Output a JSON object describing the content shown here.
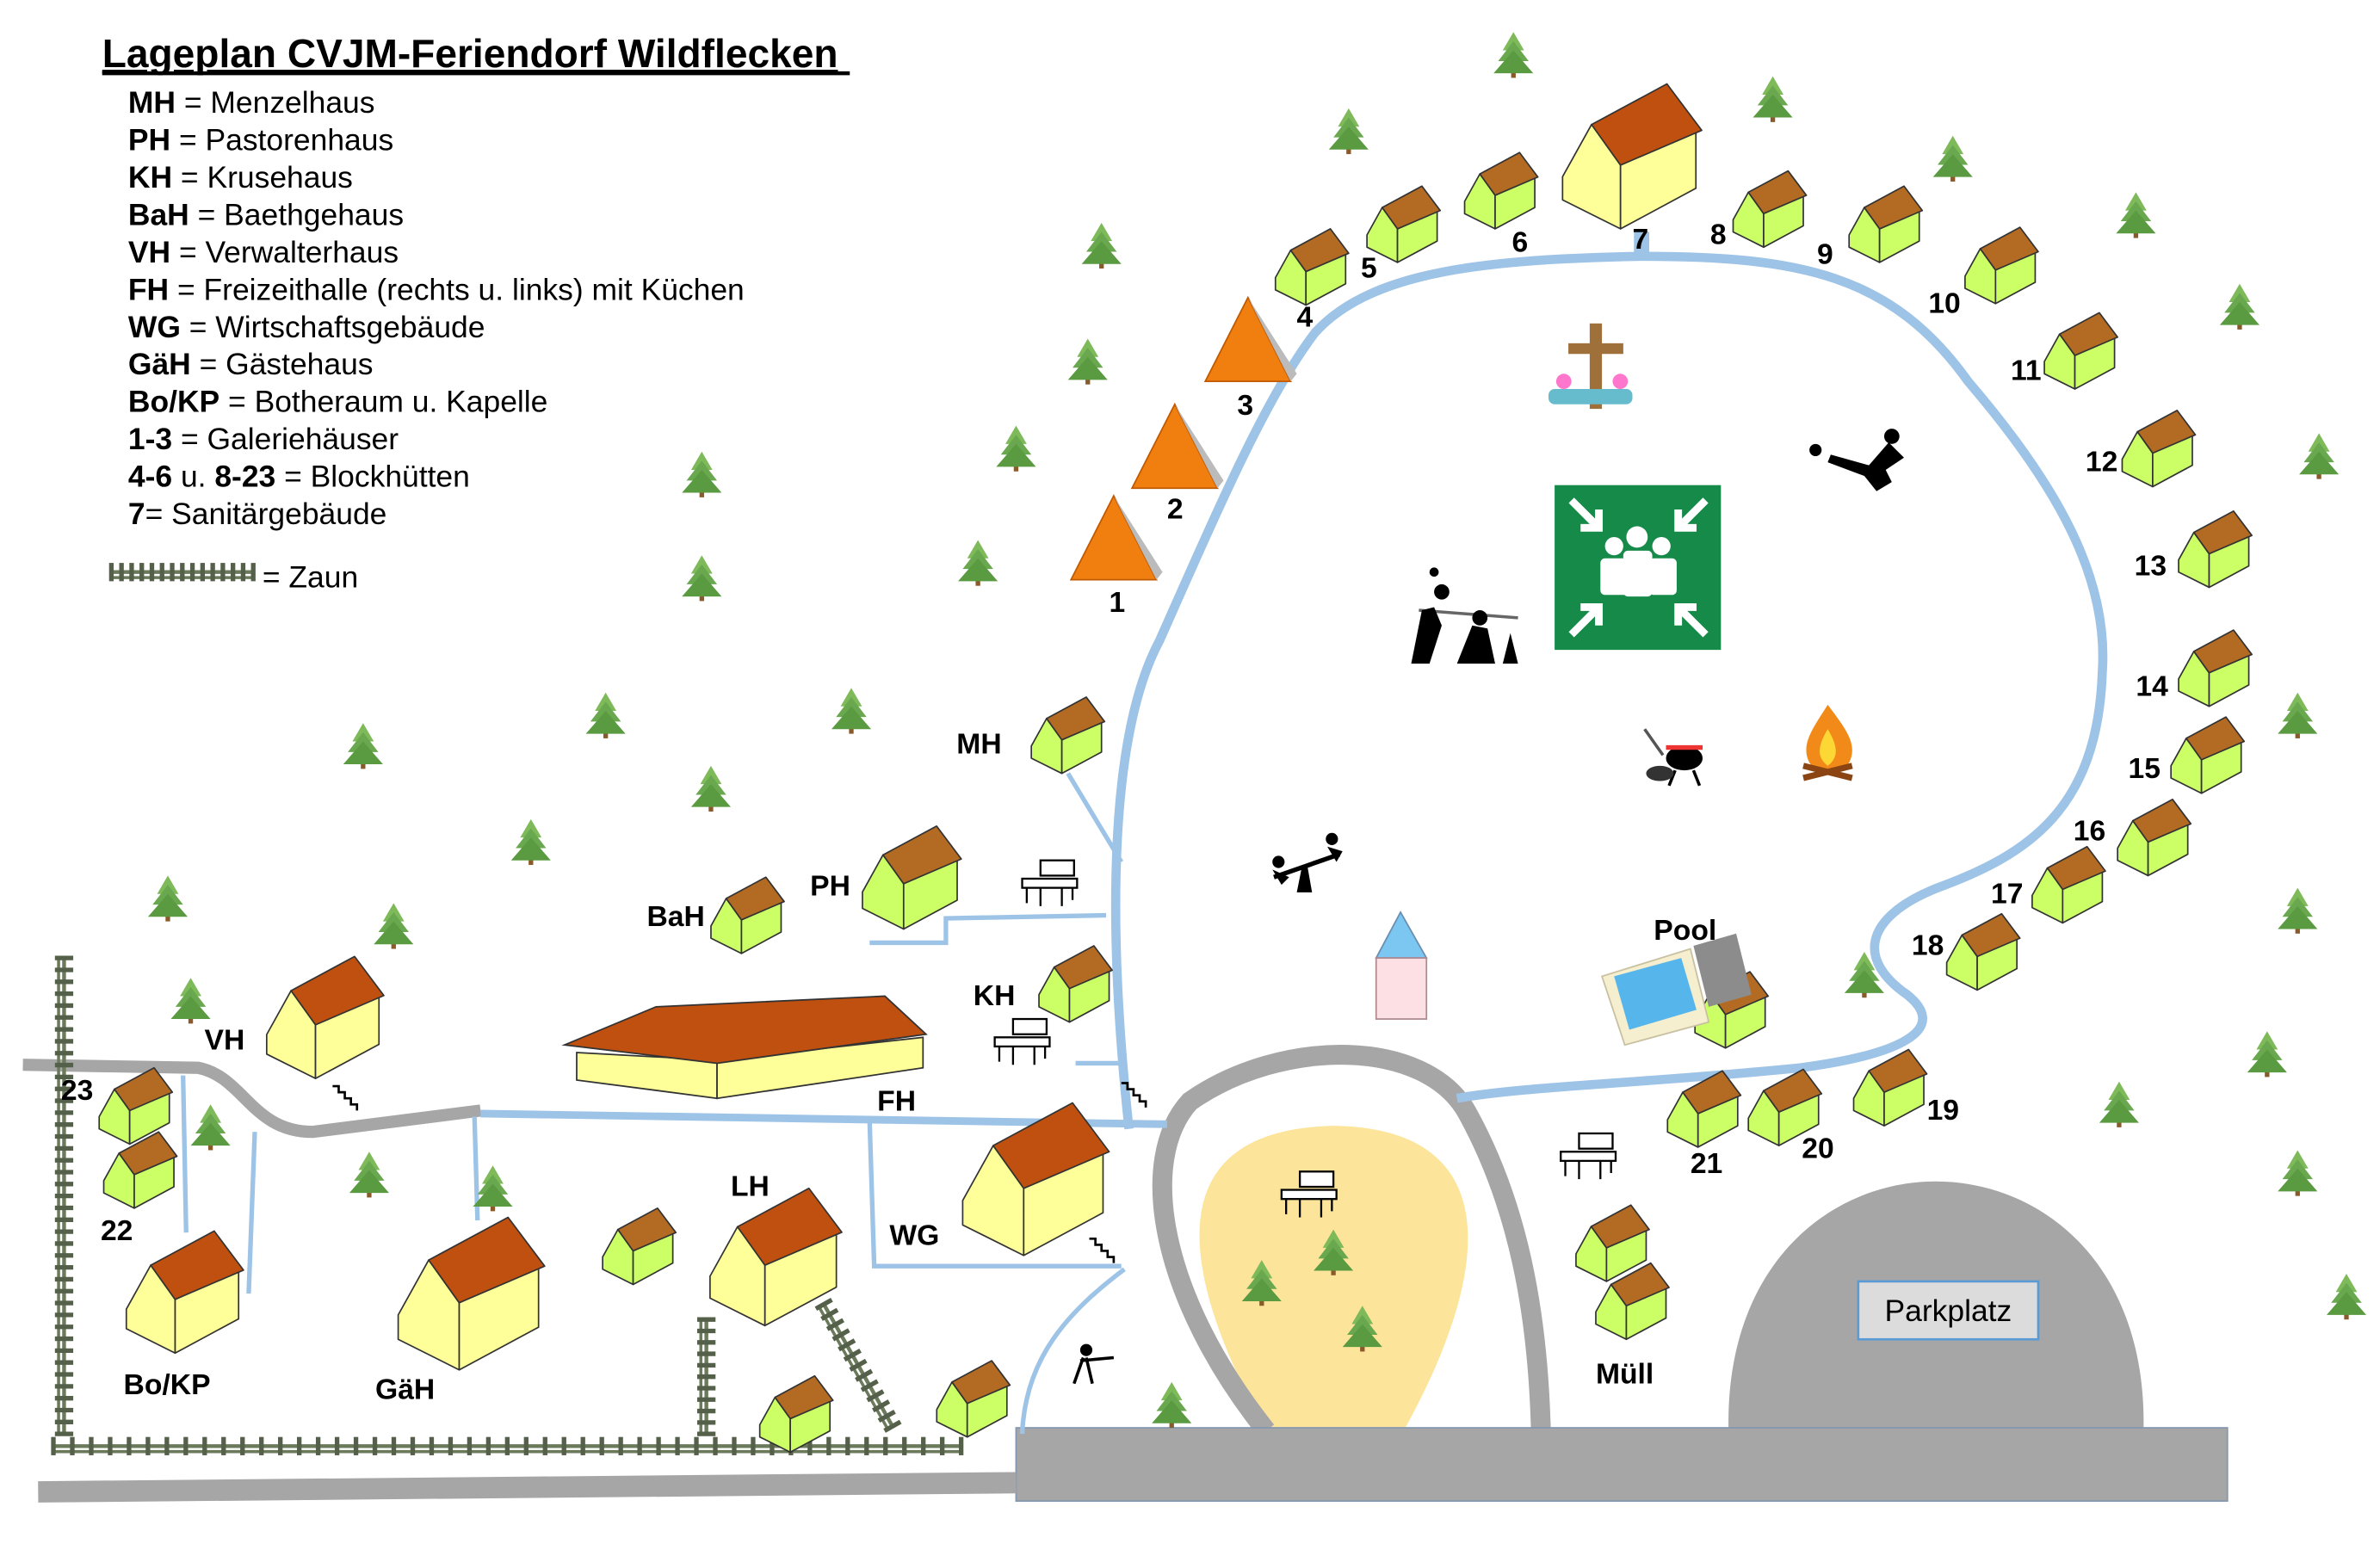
{
  "title": "Lageplan CVJM-Feriendorf Wildflecken",
  "legend": [
    {
      "abbr": "MH",
      "text": " = Menzelhaus"
    },
    {
      "abbr": "PH",
      "text": " = Pastorenhaus"
    },
    {
      "abbr": "KH",
      "text": " = Krusehaus"
    },
    {
      "abbr": "BaH",
      "text": " = Baethgehaus"
    },
    {
      "abbr": "VH",
      "text": " = Verwalterhaus"
    },
    {
      "abbr": "FH",
      "text": " = Freizeithalle (rechts u. links) mit Küchen"
    },
    {
      "abbr": "WG",
      "text": " = Wirtschaftsgebäude"
    },
    {
      "abbr": "GäH",
      "text": " = Gästehaus"
    },
    {
      "abbr": "Bo/KP",
      "text": " = Botheraum u. Kapelle"
    },
    {
      "abbr": "1-3",
      "text": " = Galeriehäuser"
    },
    {
      "abbr": "4-6",
      "text": " u. ",
      "abbr2": "8-23",
      "text2": " = Blockhütten"
    },
    {
      "abbr": "7",
      "text": "= Sanitärgebäude"
    }
  ],
  "fence_legend": "= Zaun",
  "building_labels": {
    "mh": "MH",
    "ph": "PH",
    "bah": "BaH",
    "kh": "KH",
    "vh": "VH",
    "fh": "FH",
    "wg": "WG",
    "lh": "LH",
    "bokp": "Bo/KP",
    "gah": "GäH",
    "pool": "Pool",
    "muell": "Müll"
  },
  "parking_label": "Parkplatz",
  "cabin_numbers": [
    "1",
    "2",
    "3",
    "4",
    "5",
    "6",
    "7",
    "8",
    "9",
    "10",
    "11",
    "12",
    "13",
    "14",
    "15",
    "16",
    "17",
    "18",
    "19",
    "20",
    "21",
    "22",
    "23"
  ],
  "colors": {
    "path": "#9dc3e6",
    "road": "#a6a6a6",
    "cabin_wall": "#ccff66",
    "cabin_roof": "#b36b24",
    "house_wall": "#ffff99",
    "house_roof": "#c0500f",
    "tree": "#6aa84f",
    "sand": "#fde49b",
    "assembly": "#168a48",
    "tent": "#f07f10"
  }
}
